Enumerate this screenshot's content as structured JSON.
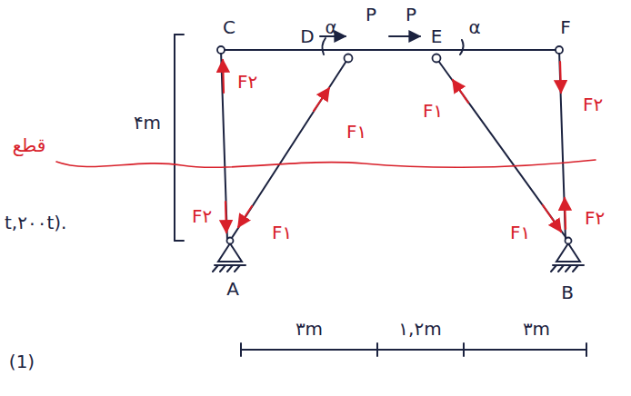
{
  "diagram": {
    "labels": [
      "C",
      "D",
      "E",
      "F",
      "P",
      "P",
      "α",
      "α",
      "F۲",
      "F۱",
      "F۱",
      "F۲",
      "قطع",
      "۴m",
      "F۲",
      "F۱",
      "F۱",
      "F۲",
      "t,۲۰۰t).",
      "A",
      "B",
      "(1)",
      "۳m",
      "۱,۲m",
      "۳m"
    ]
  }
}
